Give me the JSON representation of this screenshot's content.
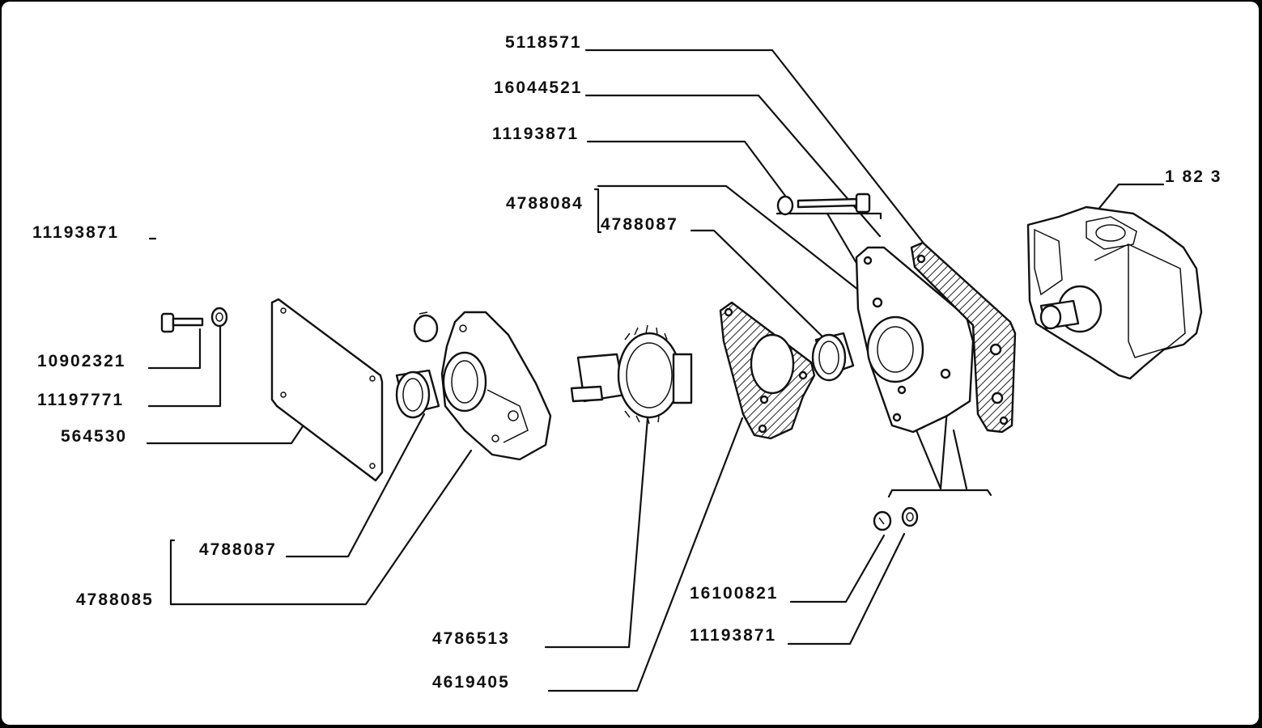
{
  "diagram": {
    "labels": {
      "p5118571": "5118571",
      "p16044521": "16044521",
      "p11193871_top": "11193871",
      "p4788084": "4788084",
      "p4788087_top": "4788087",
      "p1823": "1 82 3",
      "p11193871_left": "11193871",
      "p10902321": "10902321",
      "p11197771": "11197771",
      "p564530": "564530",
      "p4788087_bottom": "4788087",
      "p4788085": "4788085",
      "p4786513": "4786513",
      "p4619405": "4619405",
      "p16100821": "16100821",
      "p11193871_bottom": "11193871"
    }
  }
}
